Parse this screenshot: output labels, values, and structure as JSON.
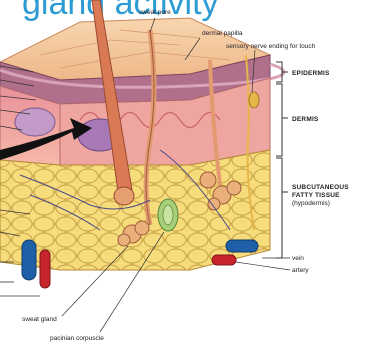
{
  "slide_title": "gland activity",
  "labels": {
    "sweat_pore": "sweat pore",
    "dermal_papilla": "dermal papilla",
    "sensory_nerve": "sensory nerve ending for touch",
    "epidermis": "EPIDERMIS",
    "dermis": "DERMIS",
    "subcutaneous_line1": "SUBCUTANEOUS",
    "subcutaneous_line2": "FATTY TISSUE",
    "subcutaneous_line3": "(hypodermis)",
    "vein": "vein",
    "artery": "artery",
    "sweat_gland": "sweat gland",
    "pacinian_corpuscle": "pacinian corpuscle"
  },
  "colors": {
    "title": "#2d9bd3",
    "epidermis_top": "#f3c9a0",
    "epidermis_layer": "#a8607a",
    "dermis": "#f2a9a6",
    "fat": "#f1d36a",
    "vein": "#1f5fa8",
    "artery": "#c8242c",
    "gland": "#e89a6a",
    "pointer_arrow": "#111111"
  },
  "icons": [
    "pointer-arrow-icon"
  ]
}
